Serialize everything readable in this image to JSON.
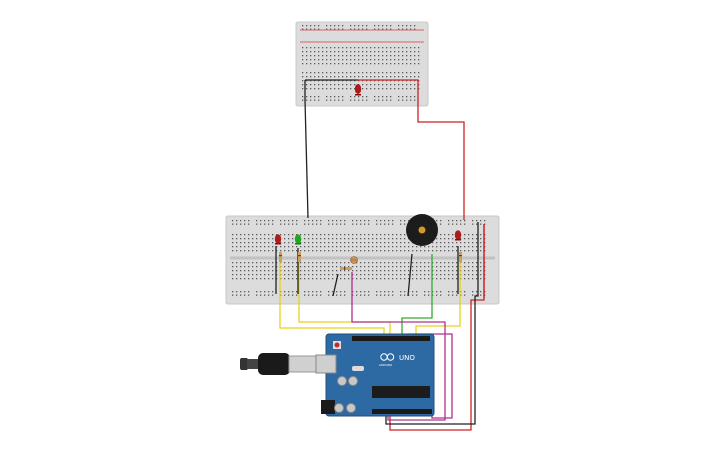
{
  "canvas": {
    "background": "#ffffff"
  },
  "colors": {
    "breadboard": "#dcdcdc",
    "breadboard_edge": "#c8c8c8",
    "hole": "#5a5a5a",
    "rail_red": "#d23c3c",
    "rail_blue": "#5a6fb4",
    "arduino": "#2d6aa3",
    "arduino_dark": "#1f4e7a",
    "wire_black": "#222222",
    "wire_red": "#cc2222",
    "wire_yellow": "#e6d21e",
    "wire_green": "#33aa33",
    "wire_magenta": "#b0308f",
    "led_red": "#b01a1a",
    "led_green": "#1fa81f",
    "buzzer": "#1c1c1c",
    "buzzer_center": "#d49a28"
  },
  "components": {
    "top_breadboard": {
      "kind": "breadboard-mini"
    },
    "main_breadboard": {
      "kind": "breadboard-half"
    },
    "arduino_board": {
      "kind": "arduino-uno",
      "label": "UNO",
      "brand": "ARDUINO"
    },
    "usb_cable": {
      "kind": "usb-b-cable"
    },
    "buzzer": {
      "kind": "piezo-buzzer"
    },
    "leds": [
      {
        "name": "top-red-led",
        "color": "red"
      },
      {
        "name": "red-led-1",
        "color": "red"
      },
      {
        "name": "green-led",
        "color": "green"
      },
      {
        "name": "red-led-2",
        "color": "red"
      }
    ],
    "photoresistor": {
      "kind": "photoresistor"
    }
  }
}
